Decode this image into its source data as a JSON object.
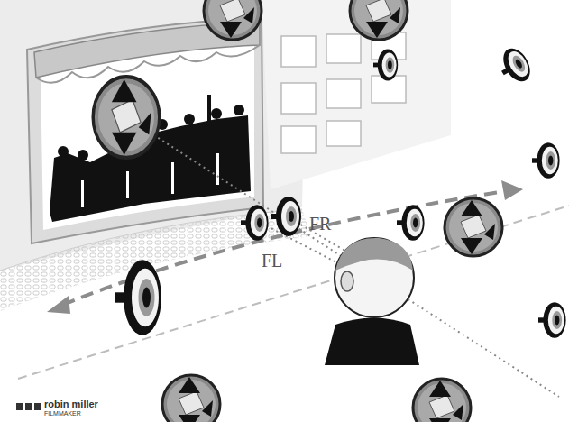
{
  "diagram": {
    "labels": [
      "FR",
      "FL",
      "robin miller",
      "FILMMAKER"
    ]
  }
}
